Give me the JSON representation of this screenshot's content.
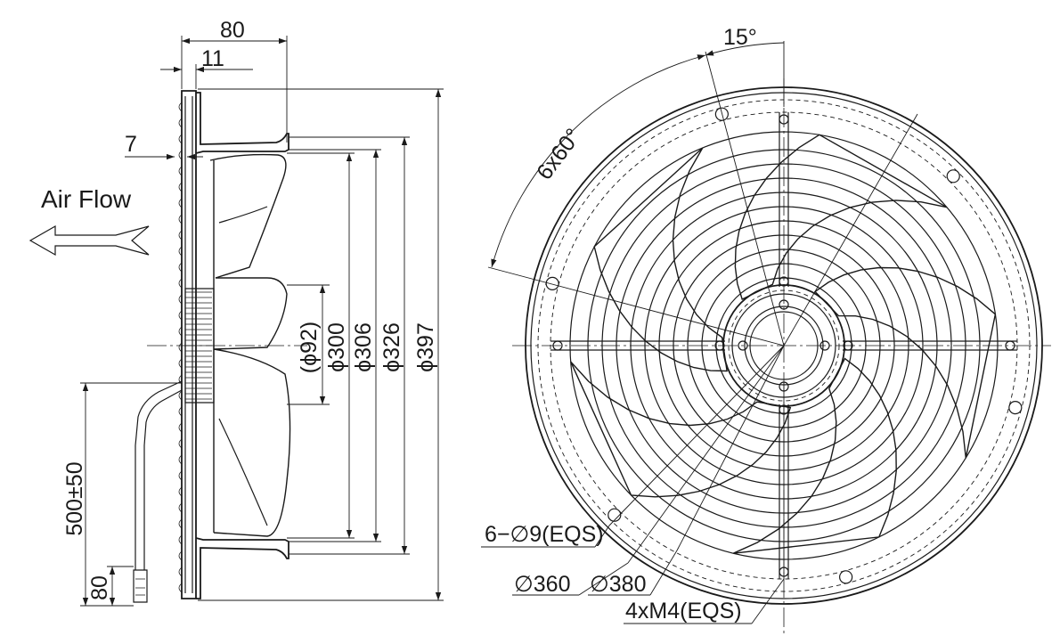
{
  "side_view": {
    "dim_overall_depth": "80",
    "dim_flange": "11",
    "dim_guard": "7",
    "air_flow_label": "Air Flow",
    "dim_cable_length": "500±50",
    "dim_cable_end": "80",
    "dim_hub": "(ϕ92)",
    "dim_blade": "ϕ300",
    "dim_venturi_inner": "ϕ306",
    "dim_venturi_outer": "ϕ326",
    "dim_overall_diameter": "ϕ397"
  },
  "front_view": {
    "angle_offset": "15°",
    "hole_pattern": "6x60°",
    "mounting_holes": "6−∅9(EQS)",
    "bolt_circle_inner": "∅360",
    "bolt_circle_outer": "∅380",
    "motor_threads": "4xM4(EQS)"
  }
}
